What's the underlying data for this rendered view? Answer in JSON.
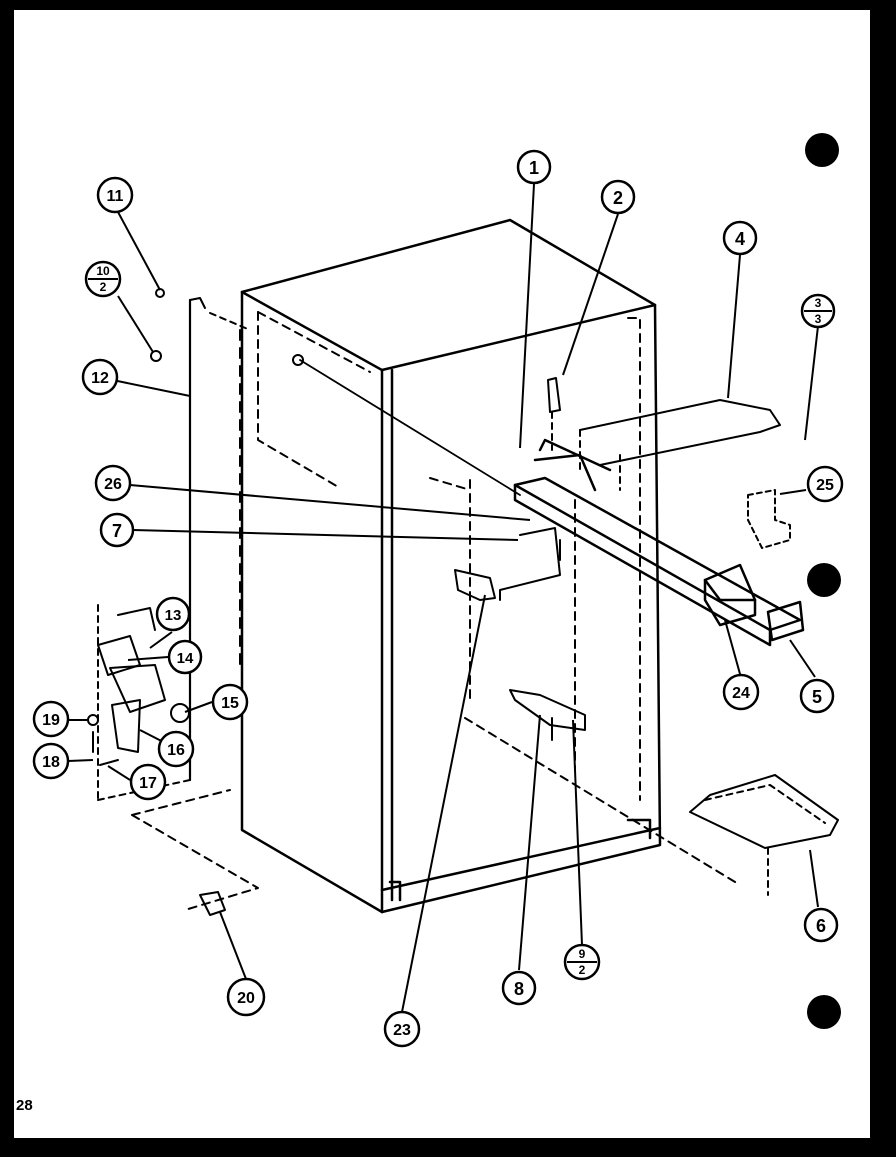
{
  "page": {
    "number": "28"
  },
  "callouts": {
    "c1": "1",
    "c2": "2",
    "c4": "4",
    "c3": {
      "num": "3",
      "den": "3"
    },
    "c5": "5",
    "c6": "6",
    "c7": "7",
    "c8": "8",
    "c9": {
      "num": "9",
      "den": "2"
    },
    "c10": {
      "num": "10",
      "den": "2"
    },
    "c11": "11",
    "c12": "12",
    "c13": "13",
    "c14": "14",
    "c15": "15",
    "c16": "16",
    "c17": "17",
    "c18": "18",
    "c19": "19",
    "c20": "20",
    "c23": "23",
    "c24": "24",
    "c25": "25",
    "c26": "26"
  }
}
